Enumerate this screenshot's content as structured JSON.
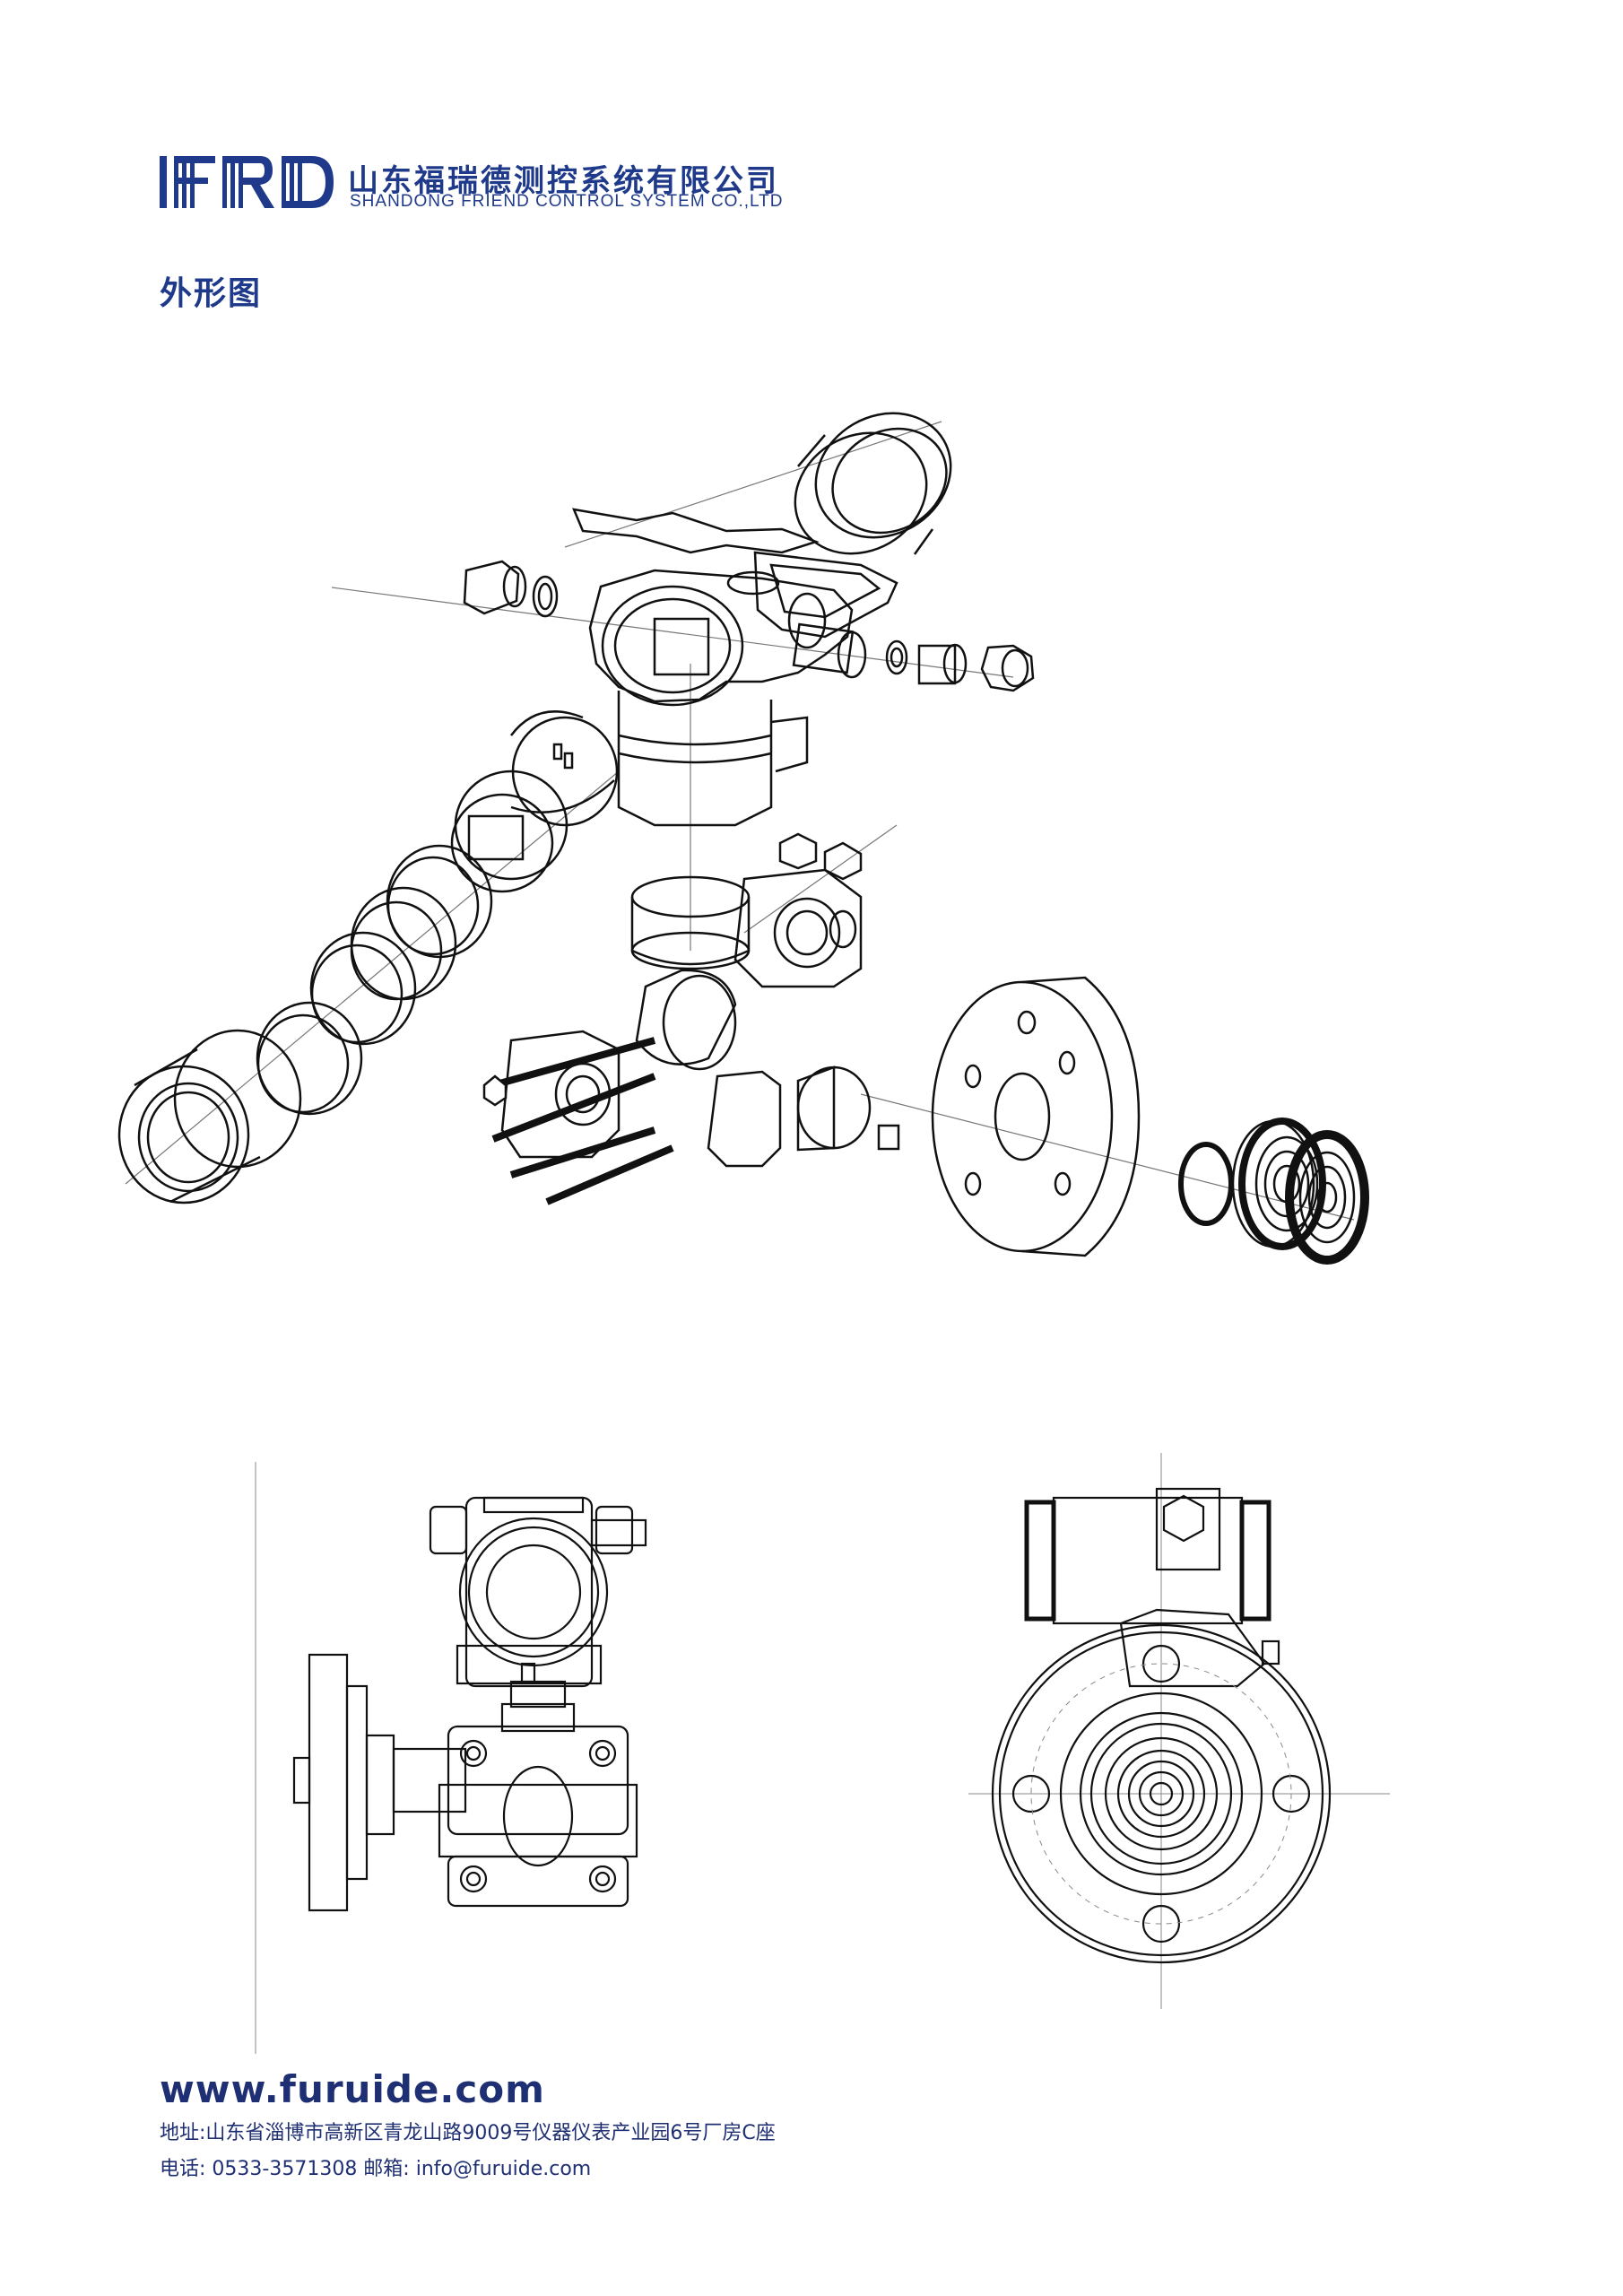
{
  "header": {
    "logo_text": "FRD",
    "company_cn": "山东福瑞德测控系统有限公司",
    "company_en": "SHANDONG FRIEND CONTROL SYSTEM CO.,LTD"
  },
  "section_title": "外形图",
  "footer": {
    "website": "www.furuide.com",
    "address": "地址:山东省淄博市高新区青龙山路9009号仪器仪表产业园6号厂房C座",
    "contact": "电话: 0533-3571308 邮箱: info@furuide.com"
  },
  "colors": {
    "brand_blue": "#1f3a8a",
    "text_dark_blue": "#1f2f73",
    "line_art": "#111111"
  }
}
